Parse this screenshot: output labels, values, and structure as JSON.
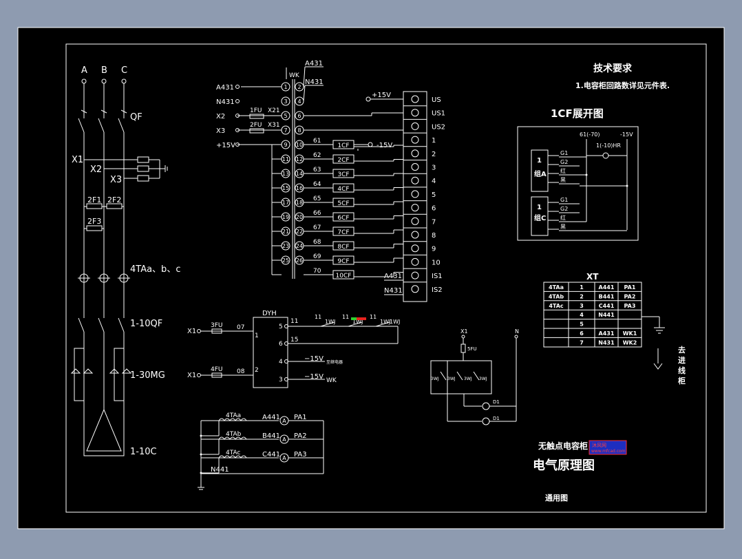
{
  "phases": [
    "A",
    "B",
    "C"
  ],
  "left": {
    "qf": "QF",
    "x_labels": [
      "X1",
      "X2",
      "X3"
    ],
    "fuses": [
      "2F1",
      "2F2",
      "2F3"
    ],
    "ta": "4TAa、b、c",
    "qf2": "1-10QF",
    "mg": "1-30MG",
    "cap": "1-10C"
  },
  "terminal": {
    "wk": "WK",
    "a431_top": "A431",
    "n431_right": "N431",
    "a431_left": "A431",
    "n431_left": "N431",
    "x2": "X2",
    "x3": "X3",
    "fu1": "1FU",
    "fu2": "2FU",
    "x21": "X21",
    "x31": "X31",
    "p15v": "+15V",
    "left_nums": [
      "1",
      "3",
      "5",
      "7",
      "9",
      "11",
      "13",
      "15",
      "17",
      "19",
      "21",
      "23",
      "25"
    ],
    "right_nums": [
      "2",
      "4",
      "6",
      "8",
      "10",
      "12",
      "14",
      "16",
      "18",
      "20",
      "22",
      "24",
      "26"
    ],
    "wires": [
      "61",
      "62",
      "63",
      "64",
      "65",
      "66",
      "67",
      "68",
      "69",
      "70"
    ],
    "cf": [
      "1CF",
      "2CF",
      "3CF",
      "4CF",
      "5CF",
      "6CF",
      "7CF",
      "8CF",
      "9CF",
      "10CF"
    ],
    "m15v": "-15V"
  },
  "strip": {
    "p15v": "+15V",
    "labels": [
      "US",
      "US1",
      "US2",
      "1",
      "2",
      "3",
      "4",
      "5",
      "6",
      "7",
      "8",
      "9",
      "10",
      "IS1",
      "IS2"
    ],
    "a431": "A431",
    "n431": "N431"
  },
  "dyh": {
    "title": "DYH",
    "x1a": "X1",
    "x1b": "X1",
    "fu3": "3FU",
    "fu4": "4FU",
    "w07": "07",
    "w08": "08",
    "in1": "1",
    "in2": "2",
    "p5": "5",
    "p6": "6",
    "p4": "4",
    "p3": "3",
    "w11": "11",
    "w15": "15",
    "relay": "1WJ",
    "m15a": "−15V",
    "m15b": "−15V",
    "small": "至继电器",
    "wk": "WK"
  },
  "meters": {
    "ta": [
      "4TAa",
      "4TAb",
      "4TAc"
    ],
    "wires": [
      "A441",
      "B441",
      "C441"
    ],
    "pa": [
      "PA1",
      "PA2",
      "PA3"
    ],
    "n441": "N441"
  },
  "sub": {
    "x1": "X1",
    "n": "N",
    "fu": "5FU",
    "d1": "D1",
    "d2": "D1",
    "sw": [
      "3WJ",
      "3WJ",
      "3WJ",
      "3WJ"
    ]
  },
  "tech": {
    "title": "技术要求",
    "line1": "1.电容柜回路数详见元件表."
  },
  "expand": {
    "title": "1CF展开图",
    "g1": "61(-70)",
    "m15v": "-15V",
    "lamp": "1(-10)HR",
    "group_a": "1\n组A",
    "group_c": "1\n组C",
    "group_a_n": "1",
    "group_a_t": "组A",
    "group_c_n": "1",
    "group_c_t": "组C",
    "pins": [
      "G1",
      "G2",
      "红",
      "黑"
    ]
  },
  "xt": {
    "title": "XT",
    "rows": [
      [
        "4TAa",
        "1",
        "A441",
        "PA1"
      ],
      [
        "4TAb",
        "2",
        "B441",
        "PA2"
      ],
      [
        "4TAc",
        "3",
        "C441",
        "PA3"
      ],
      [
        "",
        "4",
        "N441",
        ""
      ],
      [
        "",
        "5",
        "",
        ""
      ],
      [
        "",
        "6",
        "A431",
        "WK1"
      ],
      [
        "",
        "7",
        "N431",
        "WK2"
      ]
    ],
    "to_panel": [
      "去",
      "进",
      "线",
      "柜"
    ]
  },
  "title_block": {
    "name": "无触点电容柜",
    "drawing": "电气原理图",
    "general": "通用图",
    "stamp1": "沐风网",
    "stamp2": "www.mfcad.com"
  }
}
